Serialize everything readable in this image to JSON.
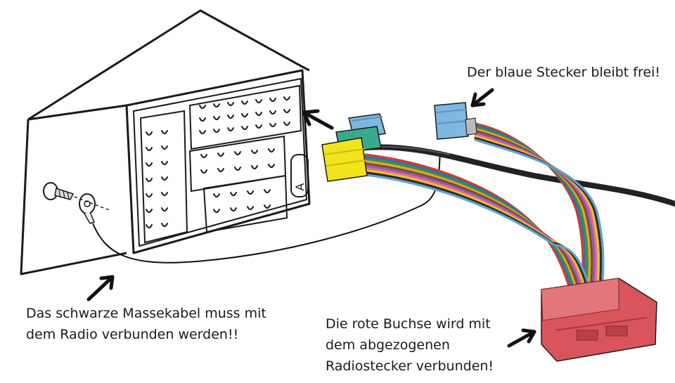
{
  "annotations": {
    "blue_connector": "Der blaue Stecker bleibt frei!",
    "ground_cable": [
      "Das schwarze Massekabel muss mit",
      "dem Radio verbunden werden!!"
    ],
    "red_socket": [
      "Die rote Buchse wird mit",
      "dem abgezogenen",
      "Radiostecker verbunden!"
    ]
  },
  "radio": {
    "port_letter": "A"
  },
  "colors": {
    "blue_plug": "#7fb8df",
    "green_plug": "#3aaa8c",
    "yellow_plug": "#f2e41a",
    "red_socket": "#d9545b",
    "ground_cable": "#111111",
    "antenna_cable": "#222222"
  },
  "wire_colors": [
    "#d33a2c",
    "#2d6fb8",
    "#3f8f3f",
    "#e0a52a",
    "#7d4a2a",
    "#8a5bb0",
    "#e06a9a",
    "#f0c02a",
    "#2a2a2a",
    "#5fa2d0"
  ]
}
